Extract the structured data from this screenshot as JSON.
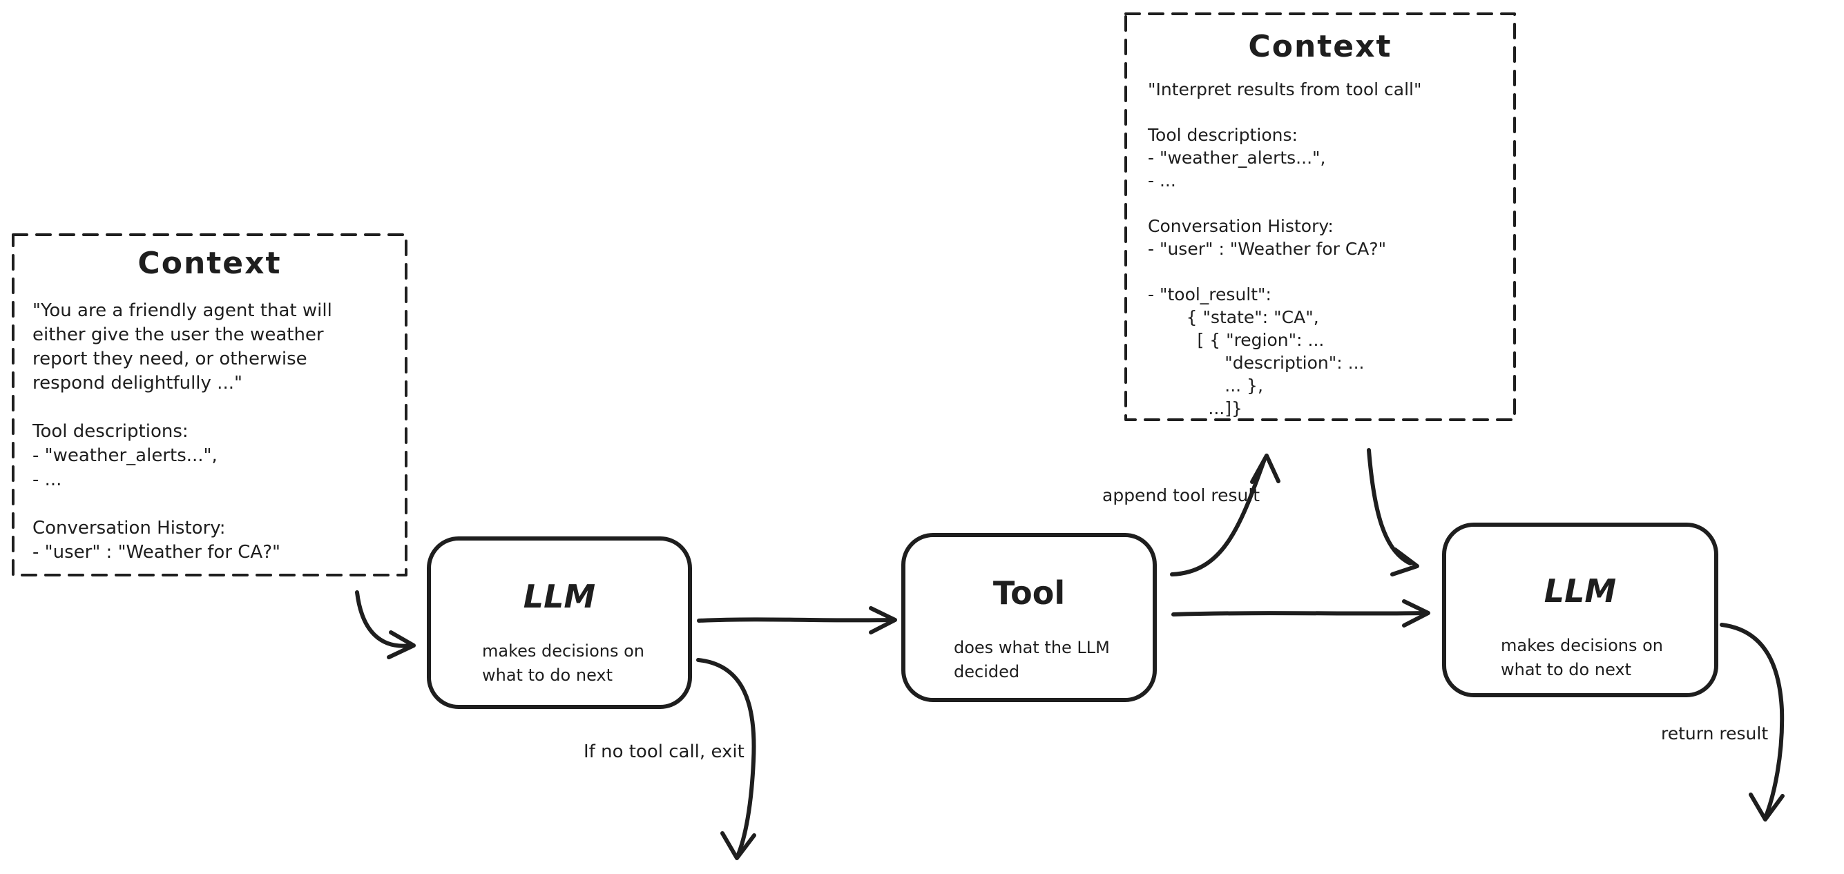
{
  "colors": {
    "ink": "#1e1e1e",
    "background": "#ffffff"
  },
  "context_left": {
    "title": "Context",
    "body": "\"You are a friendly agent that will\neither give the user the weather\nreport they need, or otherwise\nrespond delightfully ...\"\n\nTool descriptions:\n- \"weather_alerts...\",\n- ...\n\nConversation History:\n- \"user\" : \"Weather for CA?\""
  },
  "context_right": {
    "title": "Context",
    "body": "\"Interpret results from tool call\"\n\nTool descriptions:\n- \"weather_alerts...\",\n- ...\n\nConversation History:\n- \"user\" : \"Weather for CA?\"\n\n- \"tool_result\":\n       { \"state\": \"CA\",\n         [ { \"region\": ...\n              \"description\": ...\n              ... },\n           ...]}"
  },
  "nodes": {
    "llm1": {
      "title": "LLM",
      "subtitle": "makes decisions on\nwhat to do next"
    },
    "tool": {
      "title": "Tool",
      "subtitle": "does what the LLM\ndecided"
    },
    "llm2": {
      "title": "LLM",
      "subtitle": "makes decisions on\nwhat to do next"
    }
  },
  "edge_labels": {
    "append_tool_result": "append tool result",
    "if_no_tool_call_exit": "If no tool call, exit",
    "return_result": "return result"
  }
}
